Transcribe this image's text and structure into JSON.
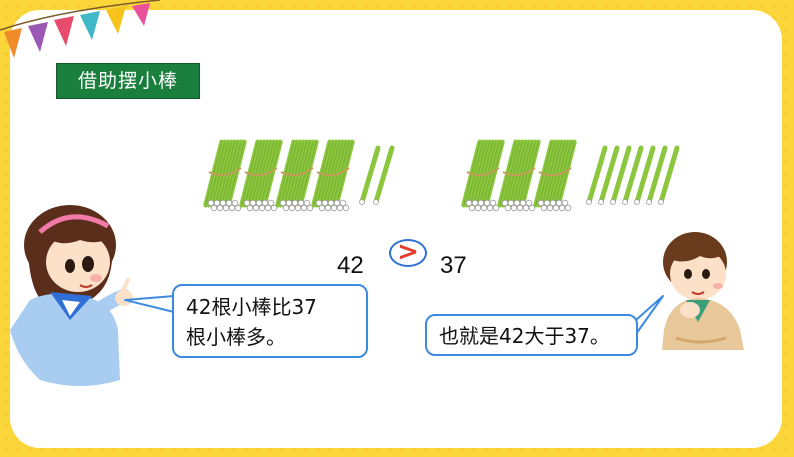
{
  "slide": {
    "label": "借助摆小棒",
    "left_number": "42",
    "comparison_symbol": ">",
    "right_number": "37",
    "girl_speech": {
      "line1": "42根小棒比37",
      "line2": "根小棒多。"
    },
    "boy_speech": "也就是42大于37。"
  },
  "sticks": {
    "left_bundles_of_ten": 4,
    "left_single_sticks": 2,
    "right_bundles_of_ten": 3,
    "right_single_sticks": 7
  },
  "colors": {
    "frame": "#fbd63a",
    "label_bg": "#1a7f3c",
    "stick_green": "#8cc63f",
    "bubble_border": "#3d8be0",
    "symbol_red": "#e23b2b"
  }
}
